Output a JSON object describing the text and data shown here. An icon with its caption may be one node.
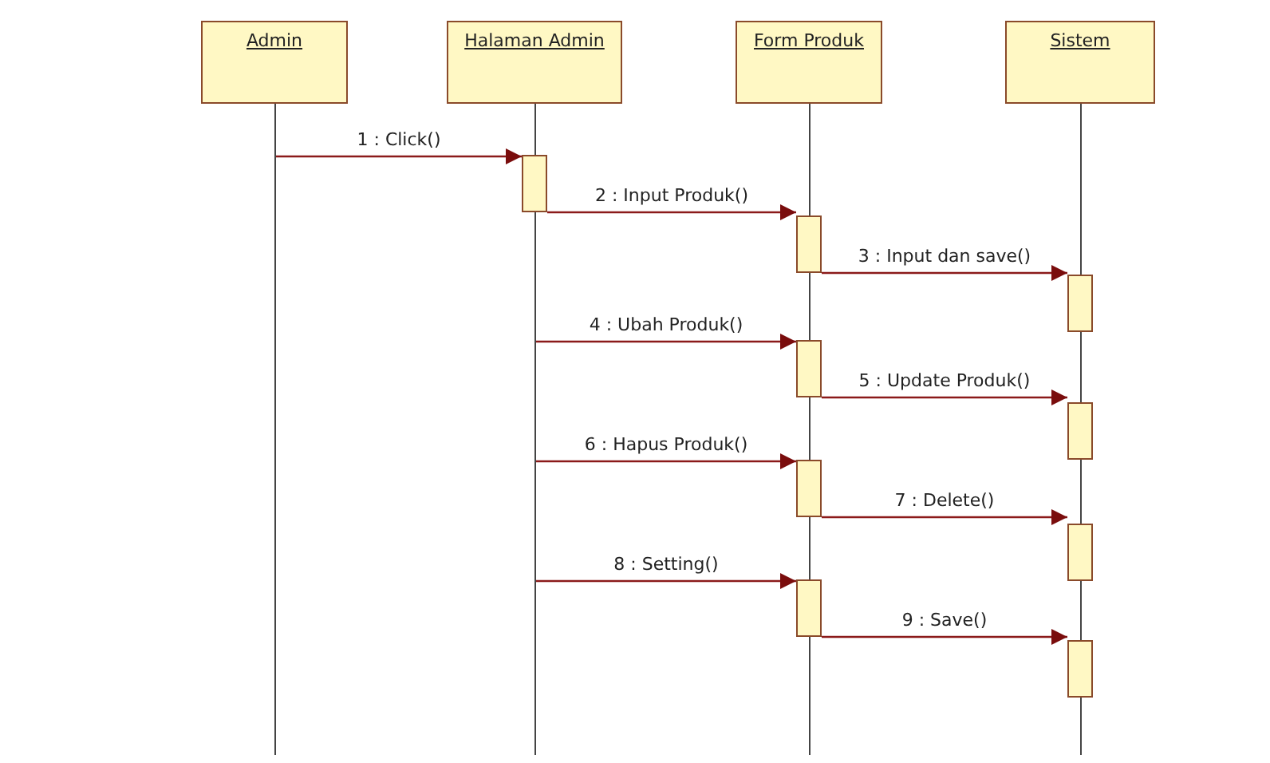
{
  "diagram": {
    "nodes": [
      {
        "text": [
          "Admin"
        ]
      },
      {
        "text": [
          "Halaman Admin"
        ]
      },
      {
        "text": [
          "Form Produk"
        ]
      },
      {
        "text": [
          "Sistem"
        ]
      },
      {
        "text": [],
        "shape": "line"
      },
      {
        "text": [],
        "shape": "line"
      },
      {
        "text": [],
        "shape": "line"
      },
      {
        "text": [],
        "shape": "line"
      },
      {
        "text": [],
        "shape": "bar"
      },
      {
        "text": [],
        "shape": "bar"
      },
      {
        "text": [],
        "shape": "bar"
      },
      {
        "text": [],
        "shape": "bar"
      },
      {
        "text": [],
        "shape": "bar"
      },
      {
        "text": [],
        "shape": "bar"
      },
      {
        "text": [],
        "shape": "bar"
      },
      {
        "text": [],
        "shape": "bar"
      },
      {
        "text": [],
        "shape": "bar"
      }
    ],
    "edges": [
      {
        "from": 4,
        "to": 8,
        "arrow": "to",
        "label": "1 : Click()"
      },
      {
        "from": 8,
        "to": 9,
        "arrow": "to",
        "label": "2 : Input Produk()"
      },
      {
        "from": 9,
        "to": 10,
        "arrow": "to",
        "label": "3 : Input dan save()"
      },
      {
        "from": 5,
        "to": 11,
        "arrow": "to",
        "label": "4 : Ubah Produk()"
      },
      {
        "from": 11,
        "to": 12,
        "arrow": "to",
        "label": "5 : Update Produk()"
      },
      {
        "from": 5,
        "to": 13,
        "arrow": "to",
        "label": "6 : Hapus Produk()"
      },
      {
        "from": 13,
        "to": 14,
        "arrow": "to",
        "label": "7 : Delete()"
      },
      {
        "from": 5,
        "to": 15,
        "arrow": "to",
        "label": "8 : Setting()"
      },
      {
        "from": 15,
        "to": 16,
        "arrow": "to",
        "label": "9 : Save()"
      }
    ]
  }
}
